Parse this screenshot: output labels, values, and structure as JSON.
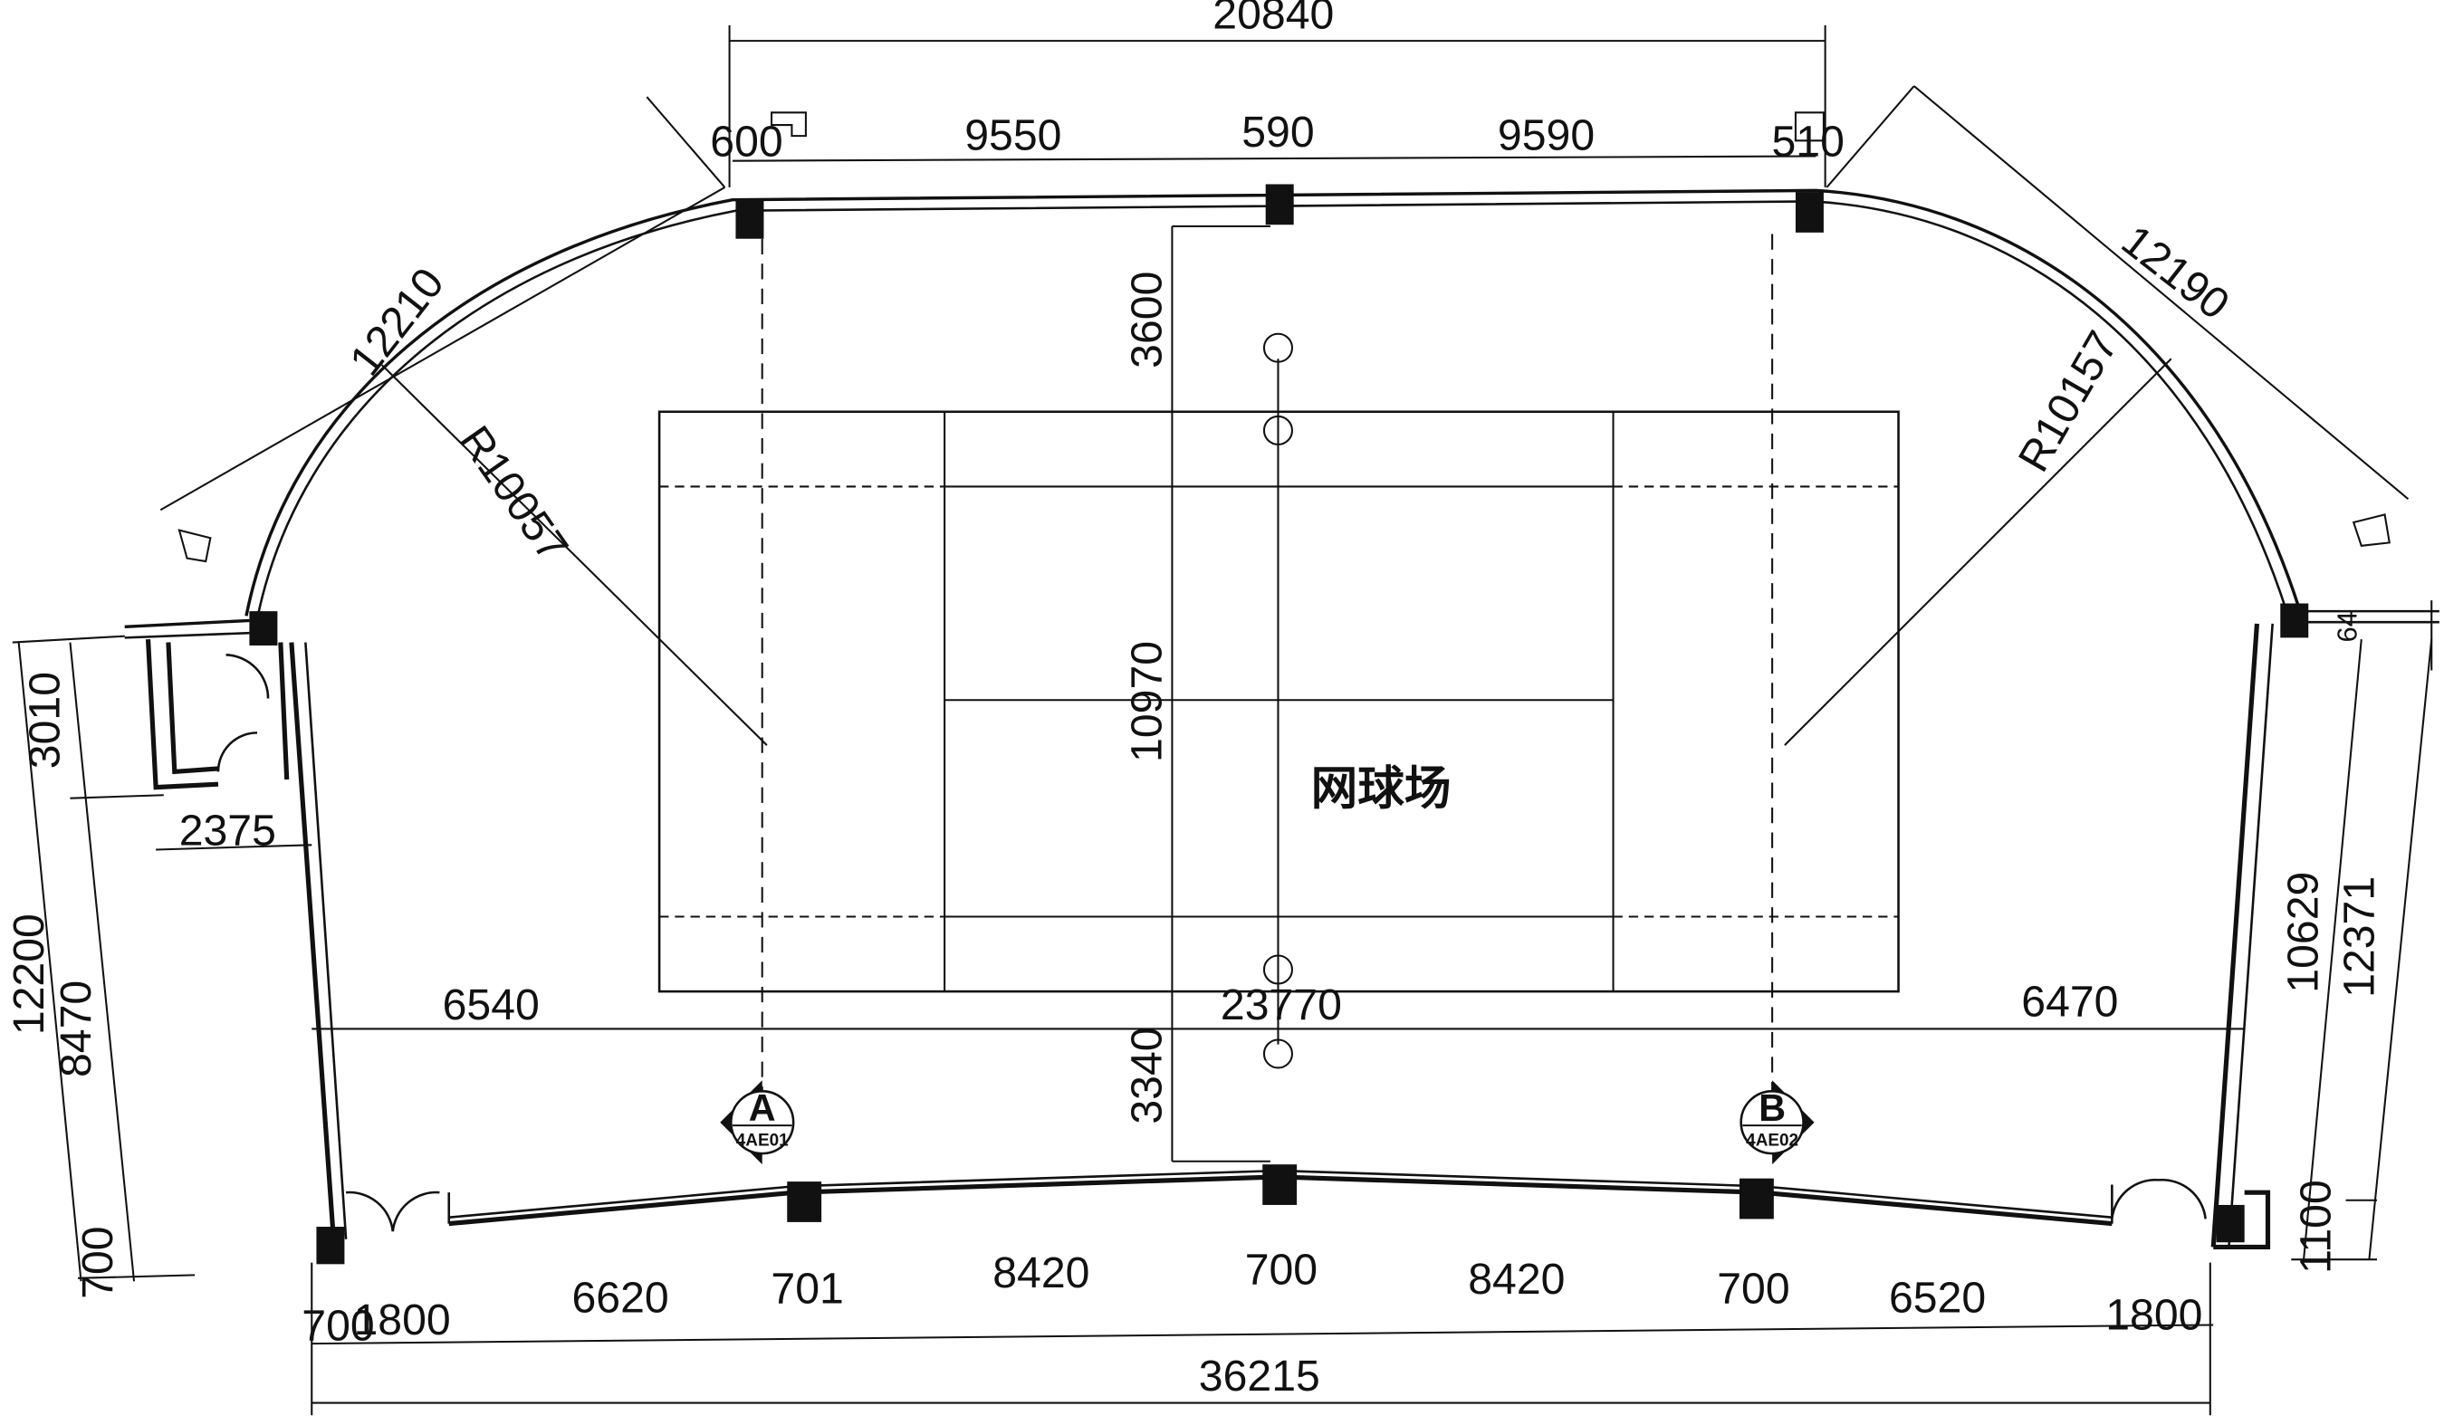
{
  "plan": {
    "room_label": "网球场",
    "dimensions": {
      "top_overall": "20840",
      "top_col_left": "600",
      "top_span_left": "9550",
      "top_col_mid": "590",
      "top_span_right": "9590",
      "top_col_right": "510",
      "arc_chord_left": "12210",
      "arc_chord_right": "12190",
      "radius_left": "R10057",
      "radius_right": "R10157",
      "court_top_offset": "3600",
      "court_width": "10970",
      "court_bottom_offset": "3340",
      "court_length": "23770",
      "court_left_offset": "6540",
      "court_right_offset": "6470",
      "left_overall": "12200",
      "left_room": "3010",
      "left_room_width": "2375",
      "left_lower": "8470",
      "left_bottom": "700",
      "right_inner": "10629",
      "right_overall": "12371",
      "right_bottom": "1100",
      "right_top": "64",
      "bottom_col_left": "700",
      "bottom_door_left": "1800",
      "bottom_span_1": "6620",
      "bottom_col_2": "701",
      "bottom_span_2": "8420",
      "bottom_col_3": "700",
      "bottom_span_3": "8420",
      "bottom_col_4": "700",
      "bottom_span_4": "6520",
      "bottom_door_right": "1800",
      "bottom_overall": "36215"
    },
    "section_markers": [
      {
        "letter": "A",
        "sheet": "4AE01"
      },
      {
        "letter": "B",
        "sheet": "4AE02"
      }
    ]
  }
}
